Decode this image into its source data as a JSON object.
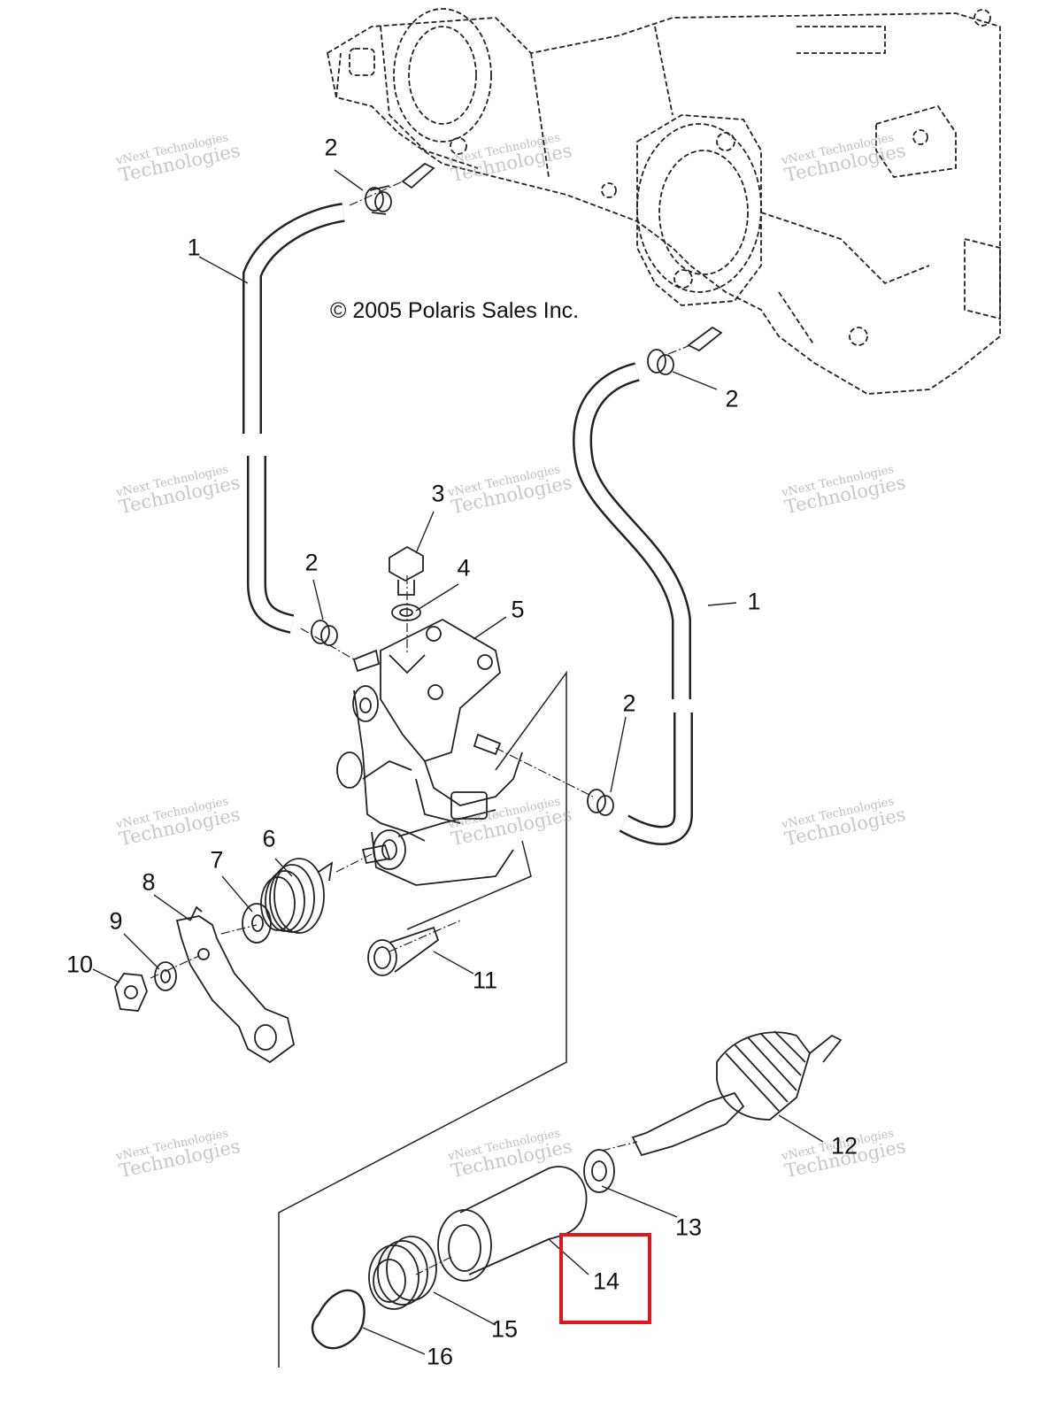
{
  "copyright": "© 2005 Polaris Sales Inc.",
  "watermark": {
    "line1": "vNext Technologies",
    "line2": "Technologies"
  },
  "callouts": {
    "c1_top": "1",
    "c1_right": "1",
    "c2_top": "2",
    "c2_right_upper": "2",
    "c2_left_mid": "2",
    "c2_right_mid": "2",
    "c3": "3",
    "c4": "4",
    "c5": "5",
    "c6": "6",
    "c7": "7",
    "c8": "8",
    "c9": "9",
    "c10": "10",
    "c11": "11",
    "c12": "12",
    "c13": "13",
    "c14": "14",
    "c15": "15",
    "c16": "16"
  },
  "highlight_color": "#e0161c",
  "highlighted_part": "14"
}
